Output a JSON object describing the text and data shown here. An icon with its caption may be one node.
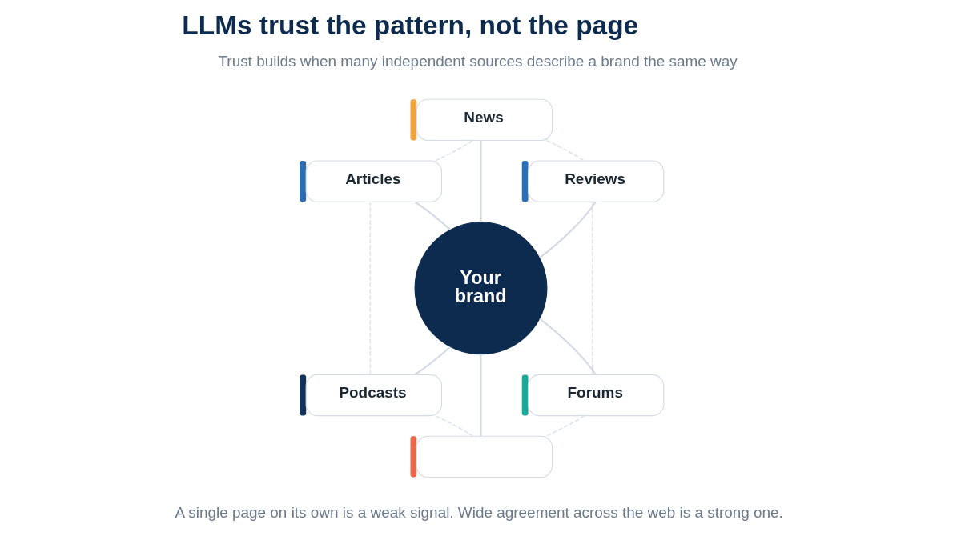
{
  "diagram": {
    "title": "LLMs trust the pattern, not the page",
    "caption": "A single page on its own is a weak signal. Wide agreement across the web is a strong one.",
    "nodes": [
      {
        "text": [
          "News"
        ]
      },
      {
        "text": [
          "Articles"
        ]
      },
      {
        "text": [
          "Reviews"
        ]
      },
      {
        "text": [
          "Your brand"
        ]
      },
      {
        "text": [
          "Podcasts"
        ]
      },
      {
        "text": [
          "Forums"
        ]
      },
      {
        "text": [],
        "shape": "box"
      }
    ],
    "edges": [
      {
        "from": 3,
        "to": 0,
        "arrow": "none"
      },
      {
        "from": 3,
        "to": 2,
        "arrow": "none"
      },
      {
        "from": 3,
        "to": 5,
        "arrow": "none"
      },
      {
        "from": 3,
        "to": 6,
        "arrow": "none"
      },
      {
        "from": 3,
        "to": 4,
        "arrow": "none"
      },
      {
        "from": 3,
        "to": 1,
        "arrow": "none"
      },
      {
        "from": 0,
        "to": 2,
        "arrow": "none",
        "style": "dashed",
        "color": "#dfe3e8"
      },
      {
        "from": 2,
        "to": 5,
        "arrow": "none",
        "style": "dashed",
        "color": "#dfe3e8"
      },
      {
        "from": 5,
        "to": 6,
        "arrow": "none",
        "style": "dashed",
        "color": "#dfe3e8"
      },
      {
        "from": 6,
        "to": 4,
        "arrow": "none",
        "style": "dashed",
        "color": "#dfe3e8"
      },
      {
        "from": 4,
        "to": 1,
        "arrow": "none",
        "style": "dashed",
        "color": "#dfe3e8"
      },
      {
        "from": 1,
        "to": 0,
        "arrow": "none",
        "style": "dashed",
        "color": "#dfe3e8"
      }
    ],
    "labels": [
      "Trust builds when many independent sources describe a brand the same way"
    ]
  }
}
